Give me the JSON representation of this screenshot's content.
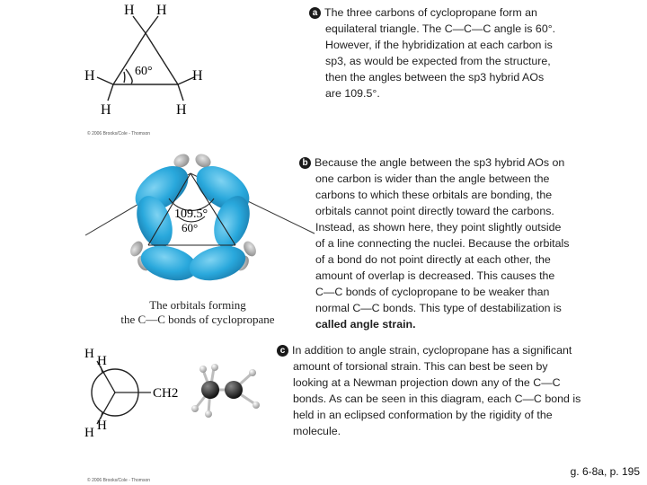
{
  "figure_a": {
    "atoms": {
      "h_top_left": "H",
      "h_top_right": "H",
      "h_mid_left": "H",
      "h_mid_right": "H",
      "h_bot_left": "H",
      "h_bot_right": "H"
    },
    "angle_label": "60°"
  },
  "figure_b": {
    "angle_large": "109.5°",
    "angle_small": "60°",
    "caption_line1": "The orbitals forming",
    "caption_line2": "the C—C bonds of cyclopropane"
  },
  "figure_c": {
    "label_h1": "H",
    "label_h2": "H",
    "label_ch2": "CH2",
    "label_h3": "H",
    "label_h4": "H"
  },
  "credit_text": "© 2006 Brooks/Cole - Thomson",
  "paragraphs": {
    "a": {
      "badge": "a",
      "lines": [
        "The three carbons of cyclopropane form an",
        "equilateral triangle. The C—C—C angle is 60°.",
        "However, if the hybridization at each carbon is",
        "sp3, as would be expected from the structure,",
        "then the angles between the sp3 hybrid AOs",
        "are 109.5°."
      ]
    },
    "b": {
      "badge": "b",
      "lines": [
        "Because the angle between the sp3 hybrid AOs on",
        "one carbon is wider than the angle between the",
        "carbons to which these orbitals are bonding, the",
        "orbitals cannot point directly toward the carbons.",
        "Instead, as shown here, they point slightly outside",
        "of a line connecting the nuclei. Because the orbitals",
        "of a bond do not point directly at each other, the",
        "amount of overlap is decreased. This causes the",
        "C—C bonds of cyclopropane to be weaker than",
        "normal C—C bonds. This type of destabilization is",
        "called angle strain."
      ]
    },
    "c": {
      "badge": "c",
      "lines": [
        "In addition to angle strain, cyclopropane has a significant",
        "amount of torsional strain. This can best be seen by",
        "looking at a Newman projection down any of the C—C",
        "bonds. As can be seen in this diagram, each C—C bond is",
        "held in an eclipsed conformation by the rigidity of the",
        "molecule."
      ]
    }
  },
  "figure_ref": "g. 6-8a, p. 195",
  "colors": {
    "orbital": "#29a8dc",
    "orbital_dark": "#1c82b3",
    "small_lobe": "#9a9a9a",
    "text": "#1f1f1f"
  }
}
